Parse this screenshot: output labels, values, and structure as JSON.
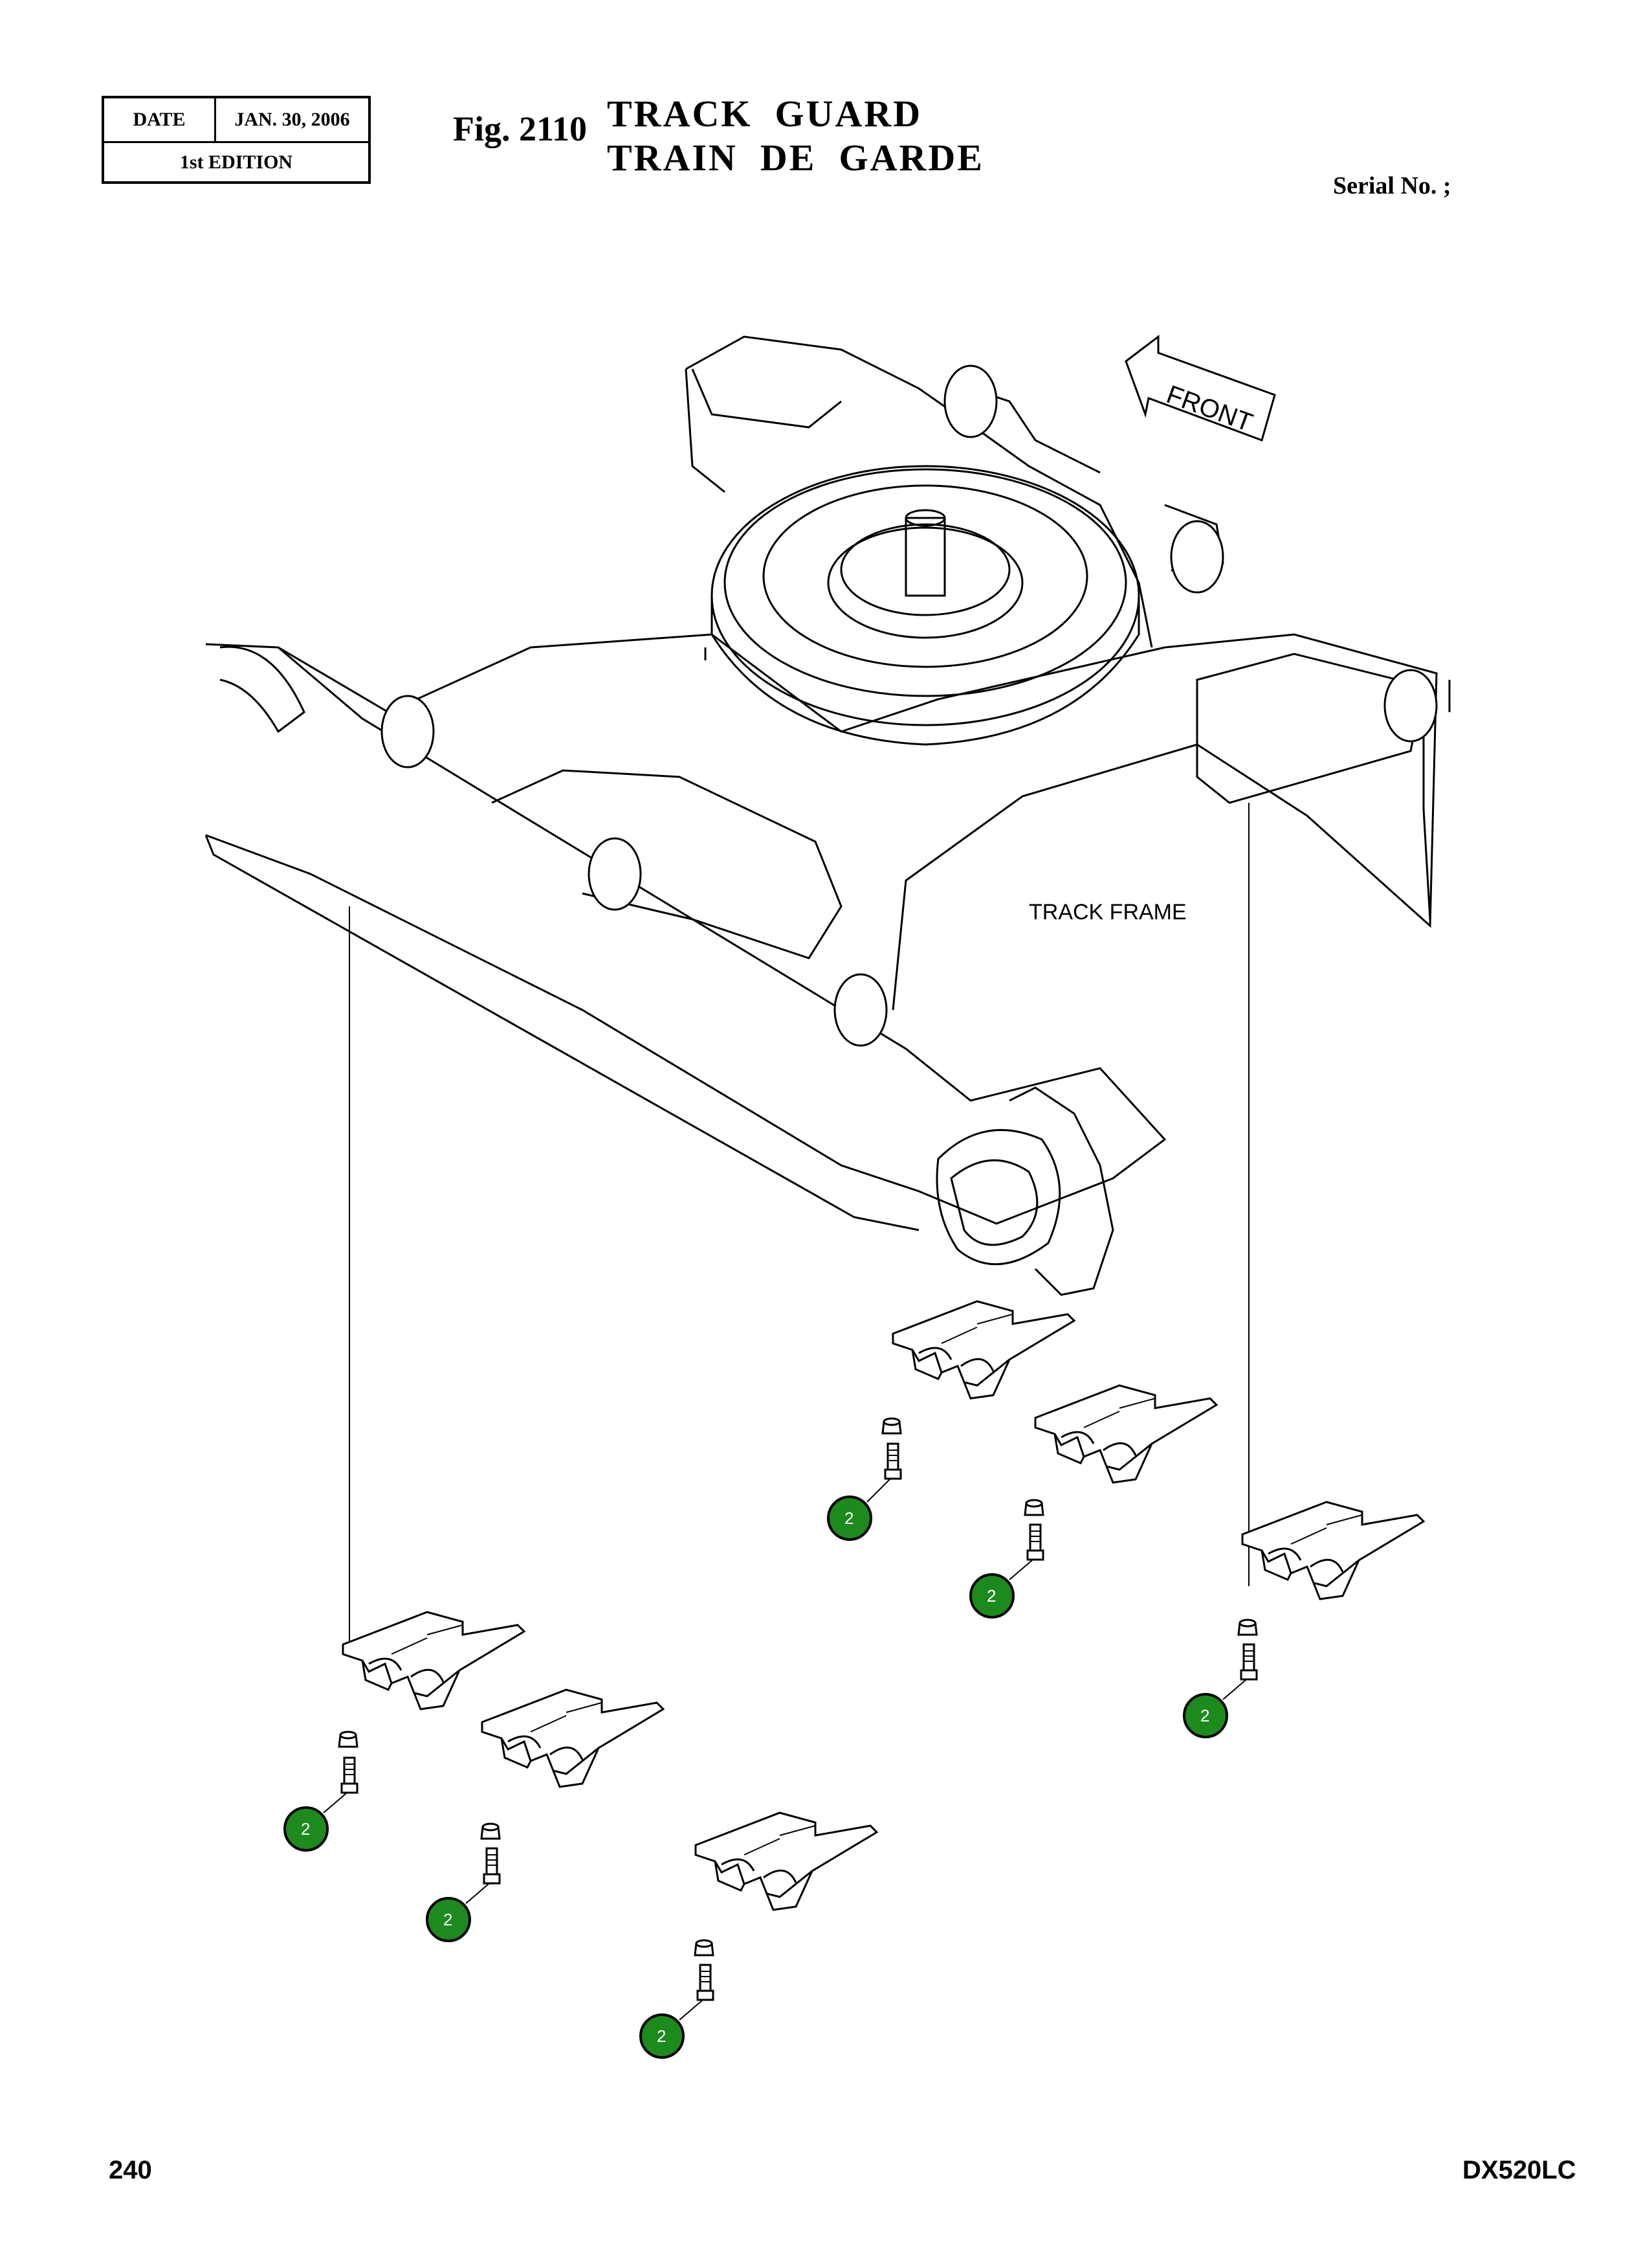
{
  "header": {
    "date_label": "DATE",
    "date_value": "JAN. 30, 2006",
    "edition": "1st EDITION",
    "fig_number": "Fig. 2110",
    "title_en": "TRACK  GUARD",
    "title_fr": "TRAIN  DE  GARDE",
    "serial": "Serial No. ;"
  },
  "diagram": {
    "front_label": "FRONT",
    "track_frame_label": "TRACK FRAME",
    "callout_number": "2",
    "callout_color": "#1d8a1d"
  },
  "footer": {
    "page_number": "240",
    "model": "DX520LC"
  }
}
